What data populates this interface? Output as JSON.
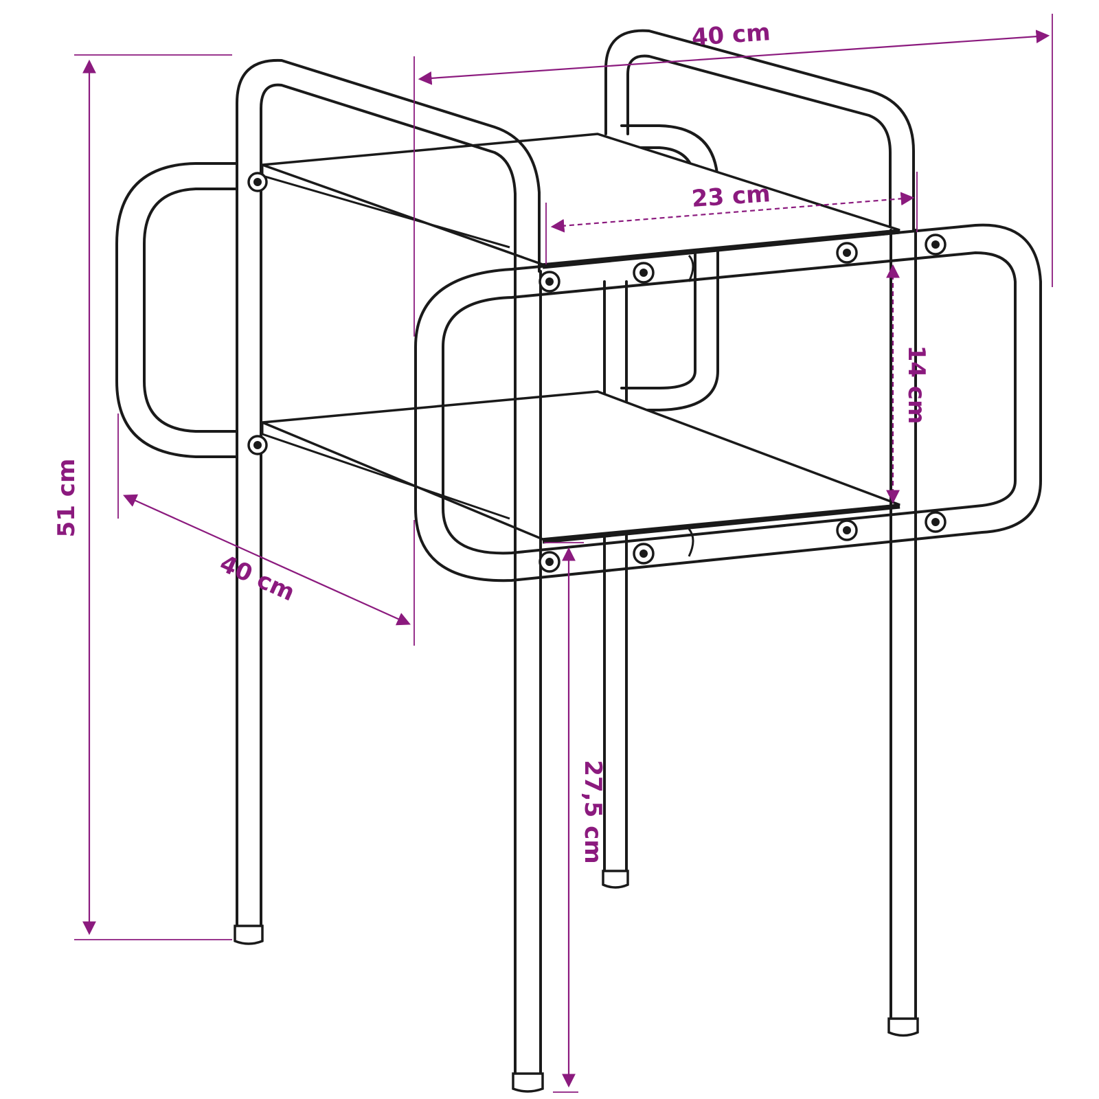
{
  "colors": {
    "dimension": "#8b1a7e",
    "outline": "#1a1a1a",
    "background": "#ffffff"
  },
  "dimensions": {
    "total_height": "51 cm",
    "top_width": "40 cm",
    "side_depth": "40 cm",
    "inner_width": "23 cm",
    "shelf_gap": "14 cm",
    "leg_clearance": "27,5 cm"
  }
}
